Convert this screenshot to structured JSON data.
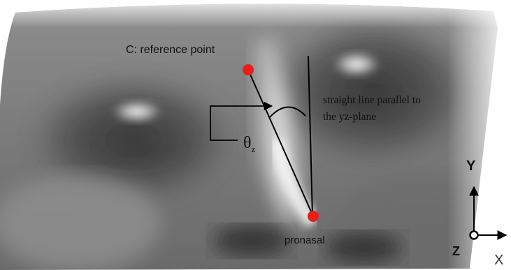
{
  "labels": {
    "reference_point": "C: reference point",
    "parallel_line_1": "straight line parallel to",
    "parallel_line_2": "the yz-plane",
    "theta_symbol": "θ",
    "theta_subscript": "z",
    "pronasal": "pronasal",
    "axis_y": "Y",
    "axis_x": "X",
    "axis_z": "Z"
  },
  "colors": {
    "landmark": "#e81e1e",
    "line": "#000000",
    "label_text": "#111111",
    "axis_label_text": "#333333"
  }
}
